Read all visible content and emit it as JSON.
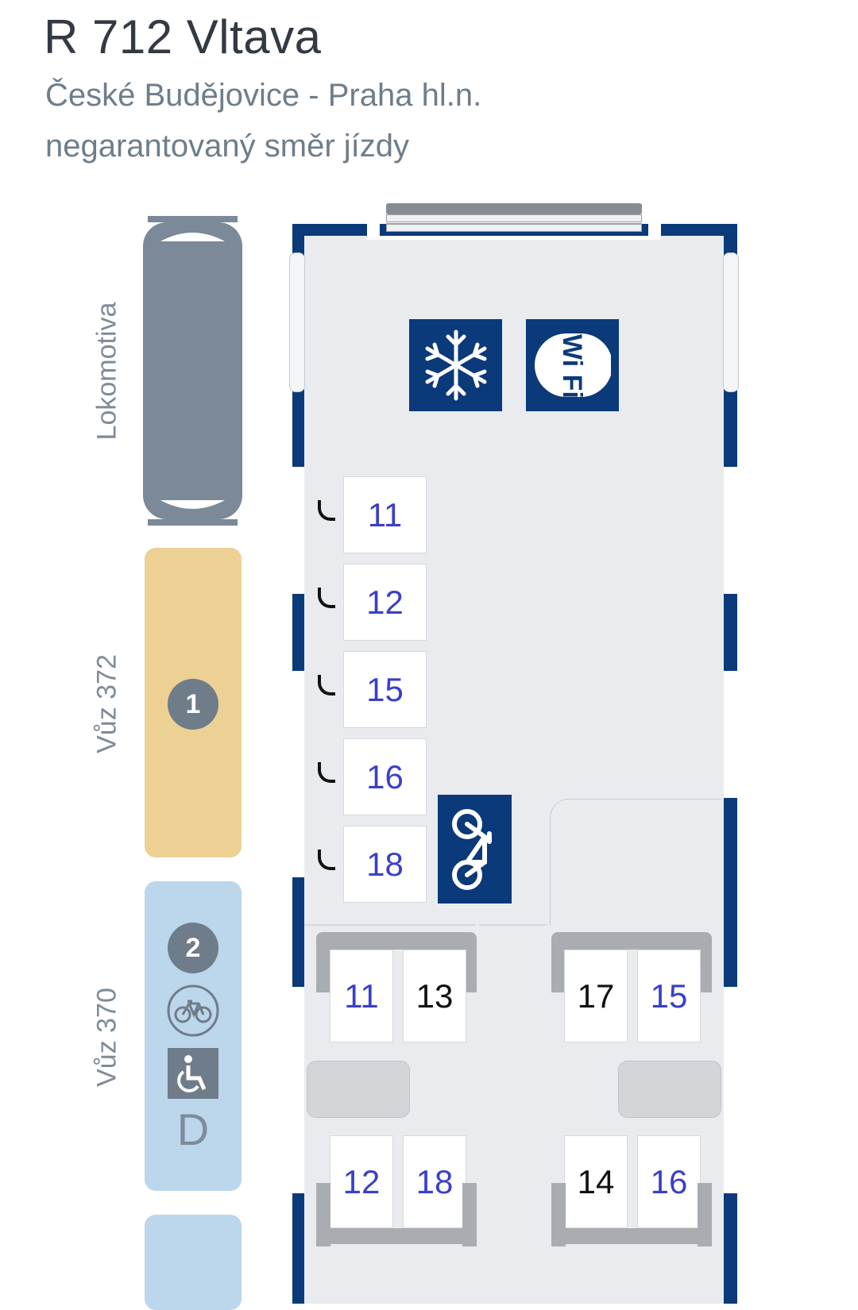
{
  "header": {
    "title": "R 712 Vltava",
    "route": "České Budějovice - Praha hl.n.",
    "direction_note": "negarantovaný směr jízdy"
  },
  "composition": {
    "locomotive_label": "Lokomotiva",
    "wagons": [
      {
        "label": "Vůz 372",
        "class_number": "1",
        "color": "#ecd094"
      },
      {
        "label": "Vůz 370",
        "class_number": "2",
        "color": "#bcd6ec",
        "letter": "D",
        "features": [
          "bicycle-icon",
          "wheelchair-icon"
        ]
      }
    ]
  },
  "coach": {
    "amenities": [
      "snowflake-icon",
      "wifi-icon",
      "bicycle-icon"
    ],
    "wifi_text": "Wi Fi",
    "single_seats": [
      "11",
      "12",
      "15",
      "16",
      "18"
    ],
    "compartments": [
      {
        "top": [
          "11",
          "13"
        ],
        "bottom": [
          "12",
          "18"
        ],
        "occupied": [
          "13"
        ]
      },
      {
        "top": [
          "17",
          "15"
        ],
        "bottom": [
          "14",
          "16"
        ],
        "occupied": [
          "17",
          "14"
        ]
      }
    ]
  },
  "colors": {
    "available_seat": "#3a3fc9",
    "occupied_seat": "#111111",
    "coach_frame": "#0b3a7a",
    "locomotive": "#7b8998"
  }
}
